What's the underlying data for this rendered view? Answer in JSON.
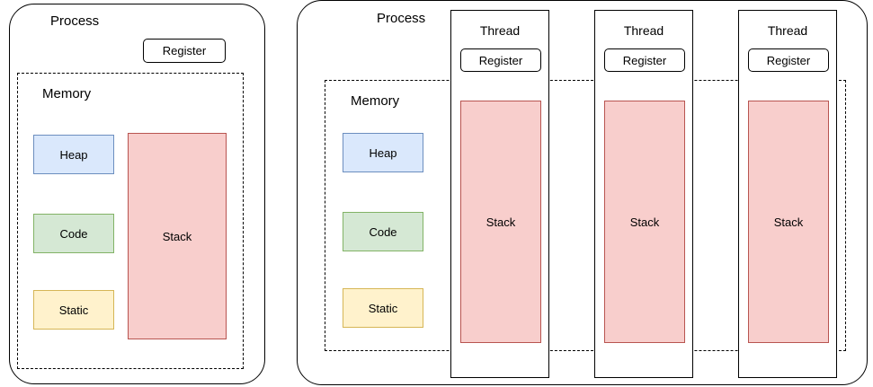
{
  "diagram": {
    "left_process": {
      "label": "Process",
      "register_label": "Register",
      "memory": {
        "label": "Memory",
        "heap_label": "Heap",
        "code_label": "Code",
        "static_label": "Static",
        "stack_label": "Stack"
      }
    },
    "right_process": {
      "label": "Process",
      "memory": {
        "label": "Memory",
        "heap_label": "Heap",
        "code_label": "Code",
        "static_label": "Static"
      },
      "threads": [
        {
          "label": "Thread",
          "register_label": "Register",
          "stack_label": "Stack"
        },
        {
          "label": "Thread",
          "register_label": "Register",
          "stack_label": "Stack"
        },
        {
          "label": "Thread",
          "register_label": "Register",
          "stack_label": "Stack"
        }
      ]
    }
  },
  "colors": {
    "heap_fill": "#dae8fc",
    "heap_border": "#6c8ebf",
    "code_fill": "#d5e8d4",
    "code_border": "#82b366",
    "static_fill": "#fff2cc",
    "static_border": "#d6b656",
    "stack_fill": "#f8cecc",
    "stack_border": "#b85450",
    "outline": "#000000",
    "background": "#ffffff"
  }
}
